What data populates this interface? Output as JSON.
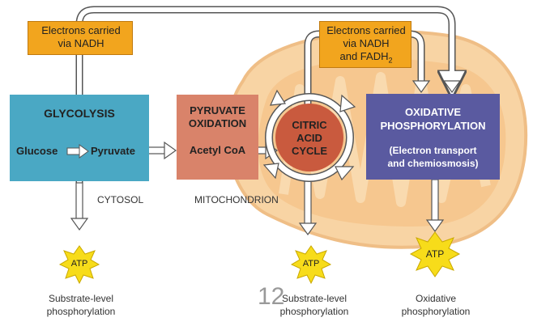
{
  "glycolysis": {
    "title": "GLYCOLYSIS",
    "input": "Glucose",
    "output": "Pyruvate",
    "location": "CYTOSOL"
  },
  "pyruvate_oxidation": {
    "title_line1": "PYRUVATE",
    "title_line2": "OXIDATION",
    "product": "Acetyl CoA"
  },
  "citric_acid_cycle": {
    "line1": "CITRIC",
    "line2": "ACID",
    "line3": "CYCLE",
    "location": "MITOCHONDRION"
  },
  "oxidative_phosphorylation": {
    "title_line1": "OXIDATIVE",
    "title_line2": "PHOSPHORYLATION",
    "detail_line1": "(Electron transport",
    "detail_line2": "and chemiosmosis)"
  },
  "electron_carriers": [
    {
      "line1": "Electrons carried",
      "line2": "via NADH"
    },
    {
      "line1": "Electrons carried",
      "line2": "via NADH",
      "line3_prefix": "and FADH",
      "line3_sub": "2"
    }
  ],
  "atp_outputs": [
    {
      "label": "ATP",
      "caption_line1": "Substrate-level",
      "caption_line2": "phosphorylation"
    },
    {
      "label": "ATP",
      "caption_line1": "Substrate-level",
      "caption_line2": "phosphorylation"
    },
    {
      "label": "ATP",
      "caption_line1": "Oxidative",
      "caption_line2": "phosphorylation"
    }
  ],
  "slide_number": "12",
  "colors": {
    "glycolysis_box": "#4aa8c4",
    "pyruvate_box": "#d9836a",
    "citric_cycle": "#c95a3e",
    "oxidative_box": "#5a5aa0",
    "carrier_box": "#f2a51e",
    "mitochondrion": "#f6c98f",
    "atp_star": "#f7dc1a"
  }
}
